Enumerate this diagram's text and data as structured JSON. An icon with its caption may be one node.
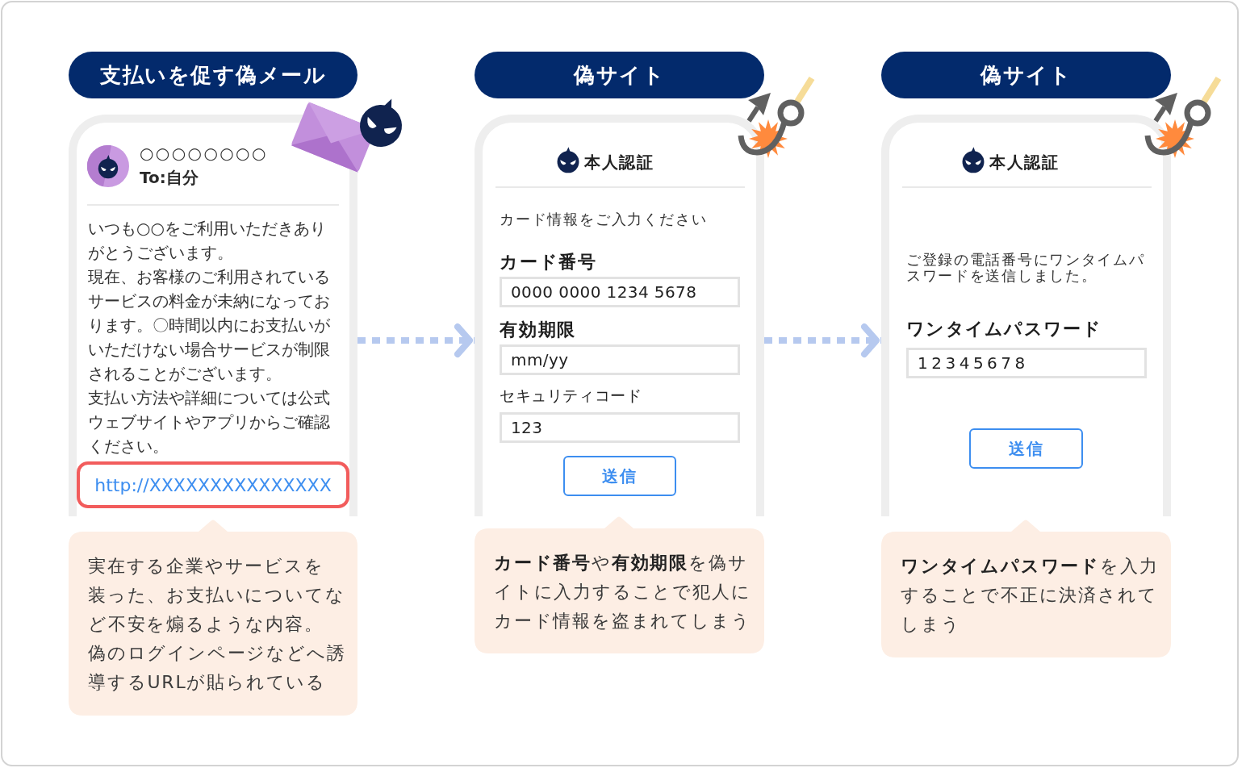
{
  "diagram": {
    "nodes": [
      {
        "text": [
          "支払いを促す偽メール"
        ]
      },
      {
        "text": [
          "○○○○○○○○",
          "To:自分",
          "いつも○○をご利用いただきありがとうございます。",
          "現在、お客様のご利用されているサービスの料金が未納になっております。〇時間以内にお支払いがいただけない場合サービスが制限されることがございます。",
          "支払い方法や詳細については公式ウェブサイトやアプリからご確認ください。"
        ]
      },
      {
        "text": [
          "http://XXXXXXXXXXXXXXX"
        ],
        "in": 1
      },
      {
        "text": [
          "実在する企業やサービスを装った、お支払いについてなど不安を煽るような内容。",
          "偽のログインページなどへ誘導するURLが貼られている"
        ]
      },
      {
        "text": [
          "偽サイト"
        ]
      },
      {
        "text": [
          "本人認証",
          "カード情報をご入力ください",
          "カード番号",
          "有効期限",
          "セキュリティコード"
        ]
      },
      {
        "text": [
          "0000 0000 1234 5678"
        ],
        "in": 5
      },
      {
        "text": [
          "mm/yy"
        ],
        "in": 5
      },
      {
        "text": [
          "123"
        ],
        "in": 5
      },
      {
        "text": [
          "送信"
        ],
        "in": 5
      },
      {
        "text": [
          "**カード番号**や**有効期限**を偽サイトに入力することで犯人にカード情報を盗まれてしまう"
        ]
      },
      {
        "text": [
          "偽サイト"
        ]
      },
      {
        "text": [
          "本人認証",
          "ご登録の電話番号にワンタイムパスワードを送信しました。",
          "ワンタイムパスワード"
        ]
      },
      {
        "text": [
          "12345678"
        ],
        "in": 12
      },
      {
        "text": [
          "送信"
        ],
        "in": 12
      },
      {
        "text": [
          "**ワンタイムパスワード**を入力することで不正に決済されてしまう"
        ]
      }
    ],
    "edges": [
      {
        "from": 1,
        "to": 5,
        "arrow": "to",
        "style": "dashed"
      },
      {
        "from": 5,
        "to": 12,
        "arrow": "to",
        "style": "dashed"
      }
    ]
  }
}
